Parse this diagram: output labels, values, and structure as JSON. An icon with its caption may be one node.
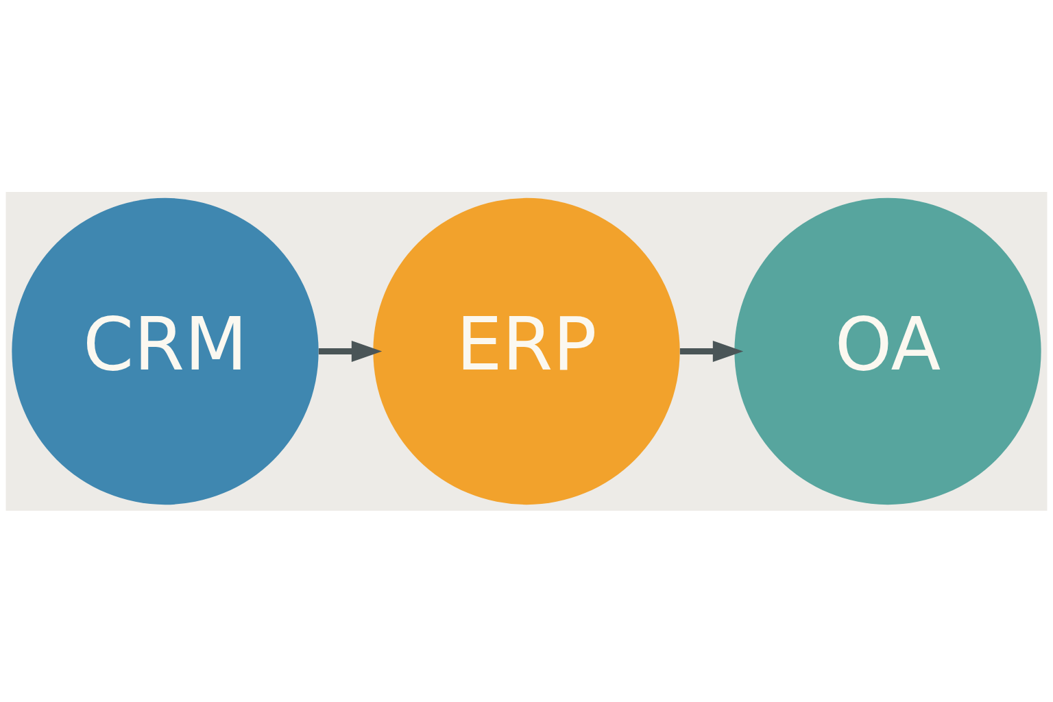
{
  "diagram": {
    "nodes": [
      {
        "text": [
          "CRM"
        ]
      },
      {
        "text": [
          "ERP"
        ]
      },
      {
        "text": [
          "OA"
        ]
      }
    ],
    "edges": [
      {
        "from": 0,
        "to": 1,
        "arrow": "to"
      },
      {
        "from": 1,
        "to": 2,
        "arrow": "to"
      }
    ]
  }
}
